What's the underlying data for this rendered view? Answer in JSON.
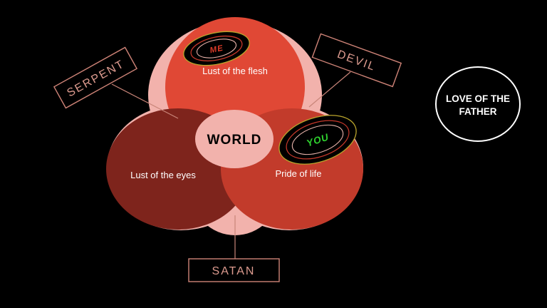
{
  "colors": {
    "background": "#000000",
    "pink": "#F2B2AC",
    "red_top": "#E04835",
    "maroon": "#7E241C",
    "brick": "#C23B2B",
    "world_text": "#000000",
    "circle_label_text": "#FFFFFF",
    "box_border": "#CE8377",
    "box_text": "#DD9B8F",
    "connector": "#C98579",
    "eye_ring_yellow": "#B9A42C",
    "eye_ring_red": "#C5382A",
    "eye_ring_pink": "#E9B3AB",
    "me_text": "#D93A28",
    "you_text": "#2FD32F",
    "love_border": "#FFFFFF",
    "love_text": "#FFFFFF"
  },
  "circles": {
    "flesh": {
      "label": "Lust of the flesh"
    },
    "eyes": {
      "label": "Lust of the eyes"
    },
    "pride": {
      "label": "Pride of life"
    },
    "world": {
      "label": "WORLD"
    }
  },
  "callouts": {
    "serpent": {
      "label": "SERPENT"
    },
    "devil": {
      "label": "DEVIL"
    },
    "satan": {
      "label": "SATAN"
    }
  },
  "eyes": {
    "me": {
      "label": "ME"
    },
    "you": {
      "label": "YOU"
    }
  },
  "love_circle": {
    "line1": "LOVE OF THE",
    "line2": "FATHER"
  }
}
